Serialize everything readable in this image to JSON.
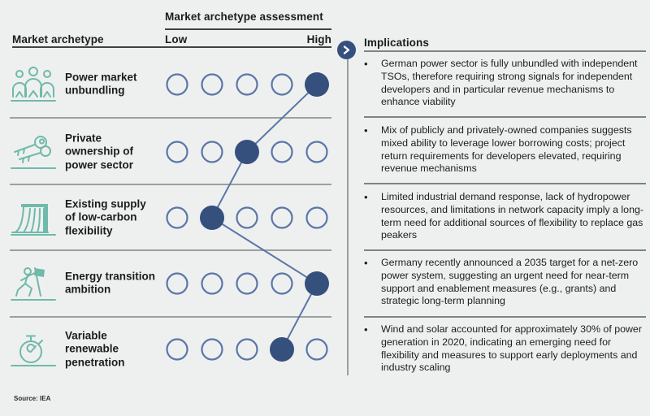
{
  "figure": {
    "assessment_header": "Market archetype assessment",
    "archetype_header": "Market archetype",
    "scale_low": "Low",
    "scale_high": "High",
    "implications_header": "Implications",
    "source": "Source: IEA"
  },
  "rows": [
    {
      "icon": "people-group",
      "label": "Power market\nunbundling",
      "rating": 5,
      "implication": "German power sector is fully unbundled with independent TSOs, therefore requiring strong signals for independent developers and in particular revenue mechanisms to enhance viability"
    },
    {
      "icon": "keys",
      "label": "Private\nownership of\npower sector",
      "rating": 3,
      "implication": "Mix of publicly and privately-owned companies suggests mixed ability to leverage lower borrowing costs; project return requirements for developers elevated, requiring revenue mechanisms"
    },
    {
      "icon": "hydro-dam",
      "label": "Existing supply\nof low-carbon\nflexibility",
      "rating": 2,
      "implication": "Limited industrial demand response, lack of hydropower resources, and limitations in network capacity imply a long-term need for additional sources of flexibility to replace gas peakers"
    },
    {
      "icon": "climber-flag",
      "label": "Energy transition\nambition",
      "rating": 5,
      "implication": "Germany recently announced a 2035 target for a net-zero power system, suggesting an urgent need for near-term support and enablement measures (e.g., grants) and strategic long-term planning"
    },
    {
      "icon": "stopwatch",
      "label": "Variable\nrenewable\npenetration",
      "rating": 4,
      "implication": "Wind and solar accounted for approximately 30% of power generation in 2020, indicating an emerging need for flexibility and measures to support early deployments and industry scaling"
    }
  ],
  "chart_data": {
    "type": "dot-rating",
    "title": "Market archetype assessment",
    "scale": {
      "levels": 5,
      "low_label": "Low",
      "high_label": "High"
    },
    "categories": [
      "Power market unbundling",
      "Private ownership of power sector",
      "Existing supply of low-carbon flexibility",
      "Energy transition ambition",
      "Variable renewable penetration"
    ],
    "values": [
      5,
      3,
      2,
      5,
      4
    ]
  },
  "colors": {
    "accent_navy": "#35507d",
    "dot_outline": "#5b76a8",
    "icon_teal": "#70b9ab",
    "background": "#eef0ef",
    "divider_gray": "#9aa19e"
  }
}
